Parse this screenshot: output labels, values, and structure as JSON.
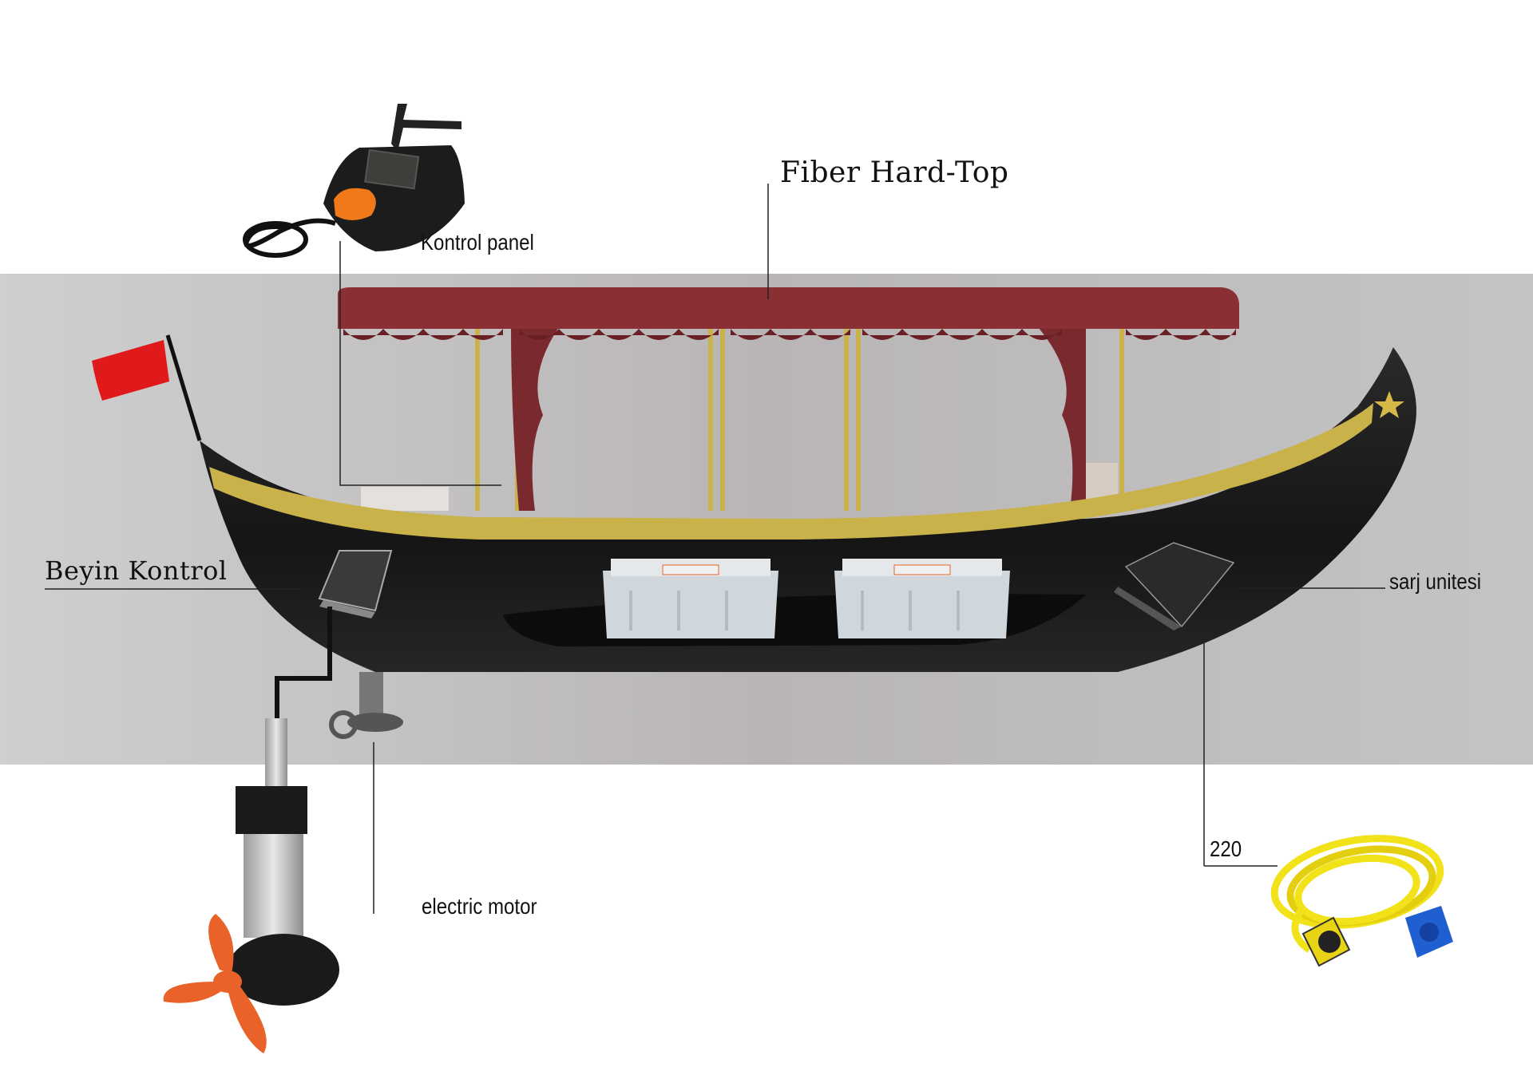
{
  "labels": {
    "fiber_hard_top": "Fiber Hard-Top",
    "kontrol_panel": "Kontrol panel",
    "beyin_kontrol": "Beyin Kontrol",
    "sarj_unitesi": "sarj unitesi",
    "voltage_220": "220",
    "electric_motor": "electric motor"
  },
  "colors": {
    "hull": "#1e1e1e",
    "gold_stripe": "#c9b24a",
    "canopy": "#8a2f33",
    "flag": "#e01a1a",
    "battery": "#cfd6dc",
    "propeller": "#e8622a",
    "cable": "#f2e21a",
    "plug": "#1f5fd1",
    "panel_accent": "#f07a1a"
  }
}
